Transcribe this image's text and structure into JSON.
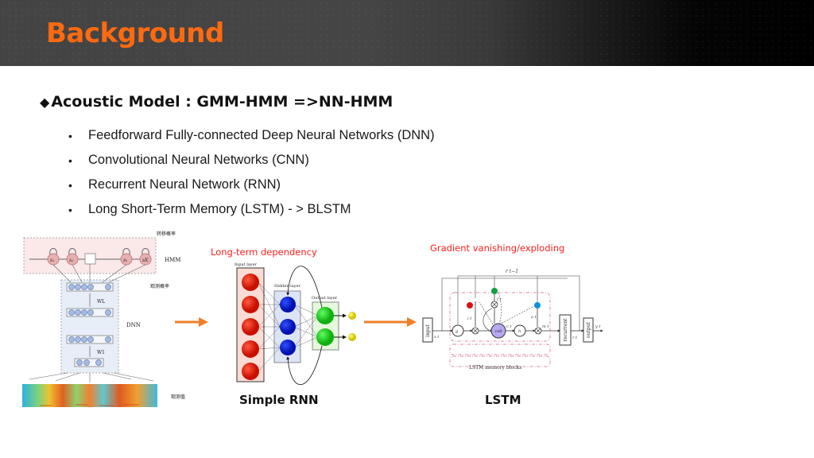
{
  "slide": {
    "title": "Background",
    "main_bullet": {
      "symbol": "◆",
      "text": "Acoustic Model  :  GMM-HMM =>NN-HMM"
    },
    "sub_items": [
      {
        "bullet": "•",
        "text": "Feedforward Fully-connected Deep Neural Networks (DNN)"
      },
      {
        "bullet": "•",
        "text": "Convolutional Neural Networks (CNN)"
      },
      {
        "bullet": "•",
        "text": "Recurrent Neural Network (RNN)"
      },
      {
        "bullet": "•",
        "text": "Long Short-Term Memory (LSTM) - > BLSTM"
      }
    ]
  },
  "figures": {
    "dnn_hmm": {
      "hmm_label": "HMM",
      "dnn_label": "DNN",
      "states": [
        "s1",
        "s2",
        "...",
        "sk",
        "sK"
      ],
      "weights": [
        "WL",
        "W1"
      ],
      "annotations": [
        "转移概率",
        "观测概率",
        "观测值"
      ]
    },
    "simple_rnn": {
      "note": "Long-term dependency",
      "caption": "Simple RNN",
      "layers": [
        "Input layer",
        "Hidden layer",
        "Output layer"
      ]
    },
    "lstm": {
      "note": "Gradient vanishing/exploding",
      "caption": "LSTM",
      "memory_blocks_label": "LSTM memory blocks",
      "labels": {
        "input": "input",
        "recurrent": "recurrent",
        "output": "output",
        "cell": "cell",
        "r_prev": "r t−1",
        "x": "x t",
        "i": "i t",
        "f": "f t",
        "o": "o t",
        "c": "c t",
        "m": "m t",
        "r": "r t",
        "y": "y t"
      }
    }
  },
  "colors": {
    "title": "#ff6a10",
    "note": "#ff2020",
    "arrow": "#f07f2a"
  }
}
